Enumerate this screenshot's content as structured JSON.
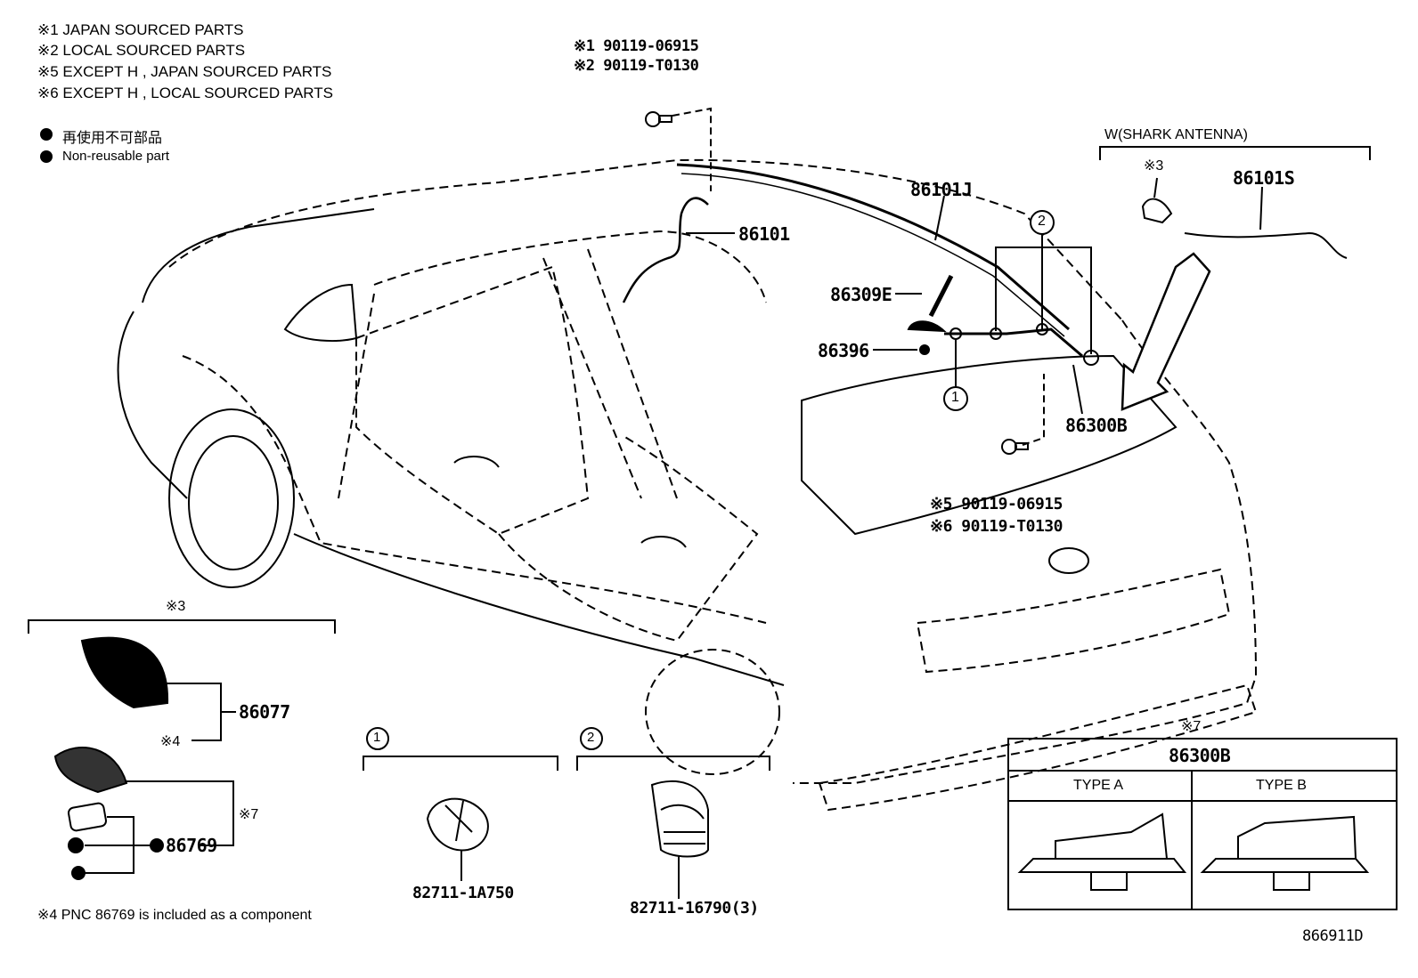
{
  "legend": {
    "notes": [
      "※1 JAPAN SOURCED PARTS",
      "※2 LOCAL SOURCED PARTS",
      "※5 EXCEPT H , JAPAN SOURCED PARTS",
      "※6 EXCEPT H , LOCAL SOURCED PARTS"
    ],
    "nonreusable_jp": "再使用不可部品",
    "nonreusable_en": "Non-reusable part"
  },
  "parts": {
    "bolt_top_1": "※1 90119-06915",
    "bolt_top_2": "※2 90119-T0130",
    "p86101": "86101",
    "p86101J": "86101J",
    "p86309E": "86309E",
    "p86396": "86396",
    "p86300B": "86300B",
    "bolt_mid_5": "※5 90119-06915",
    "bolt_mid_6": "※6 90119-T0130",
    "shark_header": "W(SHARK ANTENNA)",
    "shark_mark": "※3",
    "p86101S": "86101S",
    "callout_1": "1",
    "callout_2": "2",
    "box3_header": "※3",
    "p86077": "86077",
    "mark4": "※4",
    "mark7": "※7",
    "p86769": "86769",
    "clip1_header": "1",
    "clip1_part": "82711-1A750",
    "clip2_header": "2",
    "clip2_part": "82711-16790(3)",
    "footnote": "※4 PNC 86769 is included as a component",
    "table_mark": "※7",
    "table_title": "86300B",
    "type_a": "TYPE A",
    "type_b": "TYPE B",
    "diagram_id": "866911D"
  }
}
